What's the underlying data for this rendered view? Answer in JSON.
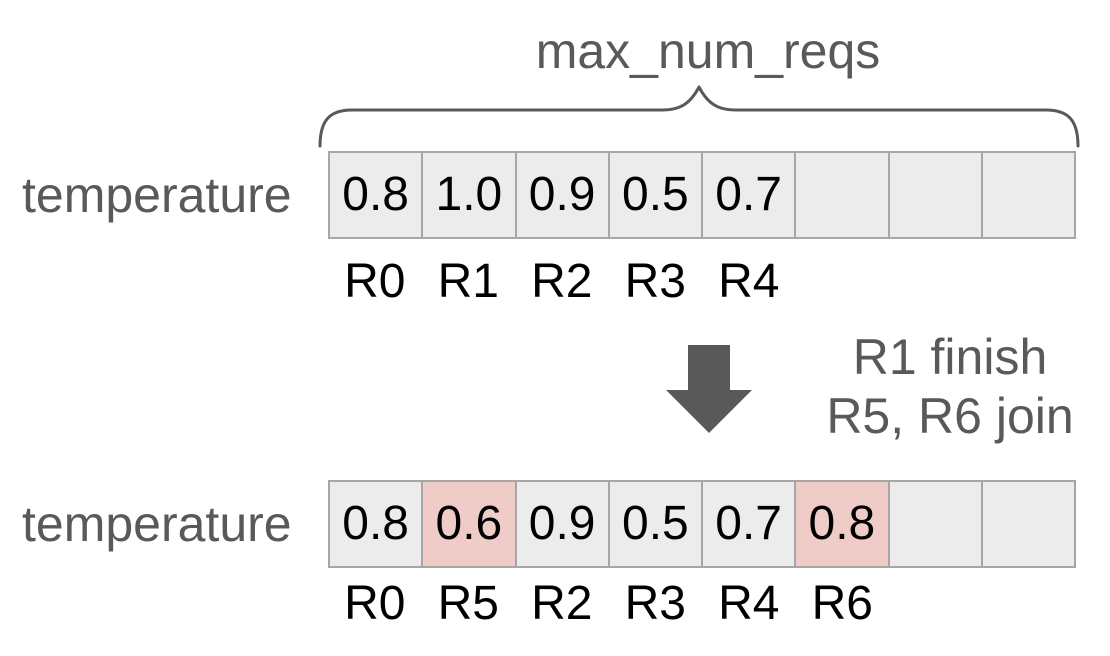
{
  "annotation": {
    "brace_label": "max_num_reqs"
  },
  "arrays": {
    "before": {
      "row_label": "temperature",
      "cells": [
        {
          "value": "0.8",
          "highlight": false
        },
        {
          "value": "1.0",
          "highlight": false
        },
        {
          "value": "0.9",
          "highlight": false
        },
        {
          "value": "0.5",
          "highlight": false
        },
        {
          "value": "0.7",
          "highlight": false
        },
        {
          "value": "",
          "highlight": false
        },
        {
          "value": "",
          "highlight": false
        },
        {
          "value": "",
          "highlight": false
        }
      ],
      "request_labels": [
        "R0",
        "R1",
        "R2",
        "R3",
        "R4",
        "",
        "",
        ""
      ]
    },
    "after": {
      "row_label": "temperature",
      "cells": [
        {
          "value": "0.8",
          "highlight": false
        },
        {
          "value": "0.6",
          "highlight": true
        },
        {
          "value": "0.9",
          "highlight": false
        },
        {
          "value": "0.5",
          "highlight": false
        },
        {
          "value": "0.7",
          "highlight": false
        },
        {
          "value": "0.8",
          "highlight": true
        },
        {
          "value": "",
          "highlight": false
        },
        {
          "value": "",
          "highlight": false
        }
      ],
      "request_labels": [
        "R0",
        "R5",
        "R2",
        "R3",
        "R4",
        "R6",
        "",
        ""
      ]
    }
  },
  "transition": {
    "line1": "R1 finish",
    "line2": "R5, R6 join"
  },
  "colors": {
    "gray_text": "#595959",
    "black_text": "#000000",
    "cell_bg": "#ececec",
    "cell_highlight_bg": "#efccc8",
    "cell_border": "#a6a6a6",
    "arrow": "#595959",
    "brace": "#595959"
  }
}
